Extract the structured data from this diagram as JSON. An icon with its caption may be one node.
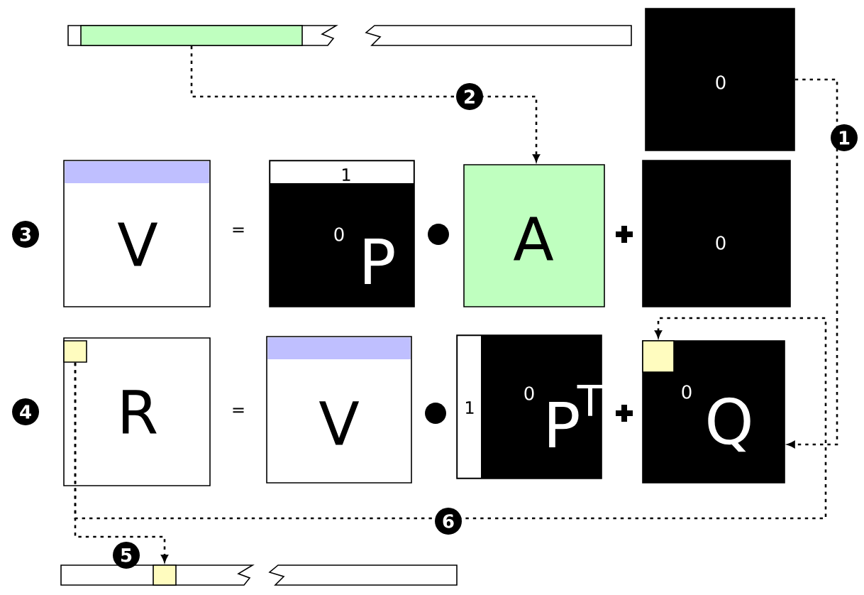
{
  "diagram": {
    "nodes": [
      {
        "text": [],
        "shape": "bar"
      },
      {
        "text": [],
        "shape": "bar",
        "in": 0
      },
      {
        "text": [],
        "shape": "bar"
      },
      {
        "text": [
          "0"
        ]
      },
      {
        "text": [
          "V"
        ]
      },
      {
        "text": [
          "1",
          "0",
          "P"
        ]
      },
      {
        "text": [
          "A"
        ]
      },
      {
        "text": [
          "0"
        ]
      },
      {
        "text": [
          "R"
        ]
      },
      {
        "text": [],
        "shape": "box",
        "in": 8
      },
      {
        "text": [
          "V"
        ]
      },
      {
        "text": [
          "1",
          "0",
          "P",
          "T"
        ]
      },
      {
        "text": [
          "0",
          "Q"
        ]
      },
      {
        "text": [],
        "shape": "box",
        "in": 12
      },
      {
        "text": [],
        "shape": "bar"
      },
      {
        "text": [],
        "shape": "bar",
        "in": 14
      },
      {
        "text": [],
        "shape": "bar"
      }
    ],
    "edges": [
      {
        "from": 3,
        "to": 12,
        "arrow": "to",
        "label": "1"
      },
      {
        "from": 1,
        "to": 6,
        "arrow": "to",
        "label": "2"
      },
      {
        "from": 9,
        "to": 15,
        "arrow": "to",
        "label": "5"
      },
      {
        "from": 9,
        "to": 13,
        "arrow": "to",
        "label": "6"
      }
    ],
    "labels": [
      "3",
      "=",
      "4",
      "="
    ]
  }
}
